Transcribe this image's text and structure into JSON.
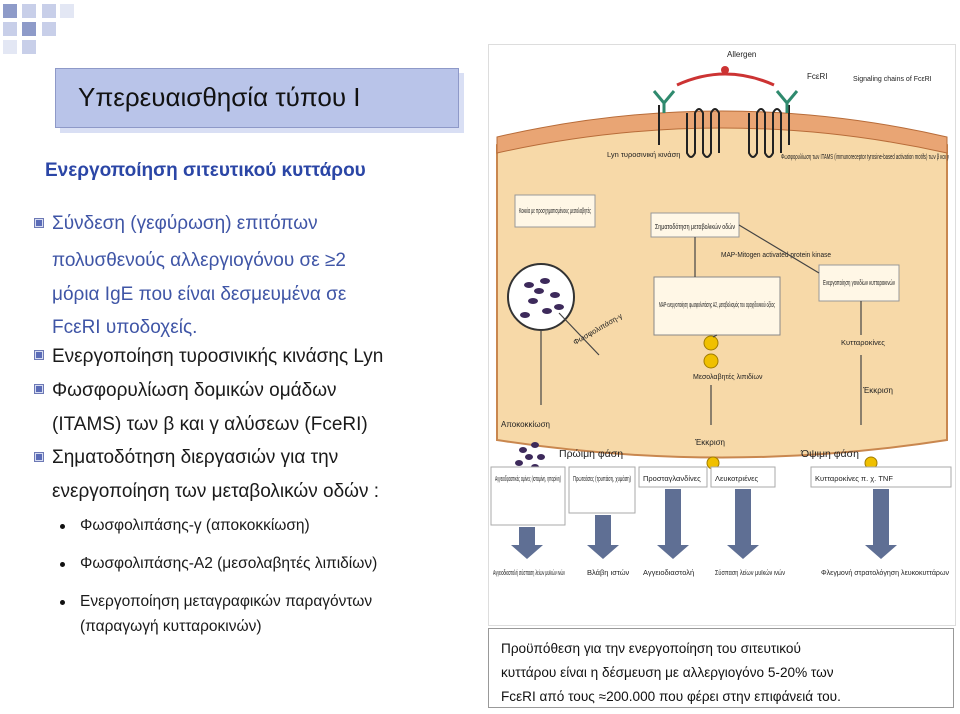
{
  "slide": {
    "title": "Υπερευαισθησία τύπου Ι",
    "subtitle": "Ενεργοποίηση σιτευτικού κυττάρου",
    "bullets": [
      {
        "lines": [
          "Σύνδεση (γεφύρωση) επιτόπων",
          "πολυσθενούς αλλεργιογόνου σε ≥2",
          "μόρια IgE που είναι δεσμευμένα σε",
          "FcεRI υποδοχείς."
        ]
      },
      {
        "lines": [
          "Ενεργοποίηση τυροσινικής κινάσης Lyn"
        ]
      },
      {
        "lines": [
          "Φωσφορυλίωση δομικών ομάδων",
          "(ITAMS) των β και γ αλύσεων (FceRI)"
        ]
      },
      {
        "lines": [
          "Σηματοδότηση διεργασιών για την",
          "ενεργοποίηση των μεταβολικών οδών :"
        ]
      }
    ],
    "subbullets": [
      "Φωσφολιπάσης-γ (αποκοκκίωση)",
      "Φωσφολιπάσης-Α2 (μεσολαβητές λιπιδίων)",
      "Ενεργοποίηση μεταγραφικών παραγόντων",
      "(παραγωγή κυτταροκινών)"
    ]
  },
  "diagram": {
    "labels": {
      "allergen": "Allergen",
      "fceri": "FcεRI",
      "signaling": "Signaling chains of FcεRI",
      "lyn": "Lyn τυροσινική κινάση",
      "itams": "Φωσφορυλίωση των ITAMS (immunoreceptor tyrosine-based activation motifs) των β και γ",
      "granules": "Κοκκία με προσχηματισμένους μεσολαβητές",
      "signal": "Σηματοδότηση μεταβολικών οδών",
      "map": "MAP-Mitogen activated protein kinase",
      "mapbox": "MAP-ενεργοποίηση φωσφολιπάσης Α2, μεταβολισμός του αραχιδονικού οξέος",
      "genes": "Ενεργοποίηση γονιδίων κυτταροκινών",
      "plc": "Φωσφολιπάση-γ",
      "lipids": "Μεσολαβητές λιπιδίων",
      "cytokines": "Κυτταροκίνες",
      "degran": "Αποκοκκίωση",
      "release1": "Έκκριση",
      "release2": "Έκκριση",
      "early": "Πρώιμη φάση",
      "late": "Όψιμη φάση",
      "col1": "Αγγειοδραστικές αμίνες (ισταμίνη, ηπαρίνη)",
      "col2": "Πρωτεάσες (τρυπάση, χυμάση)",
      "col3": "Προσταγλανδίνες",
      "col4": "Λευκοτριένες",
      "col5": "Κυτταροκίνες π. χ. TNF",
      "eff1": "Αγγειοδιαστολή σύσπαση λείων μυϊκών ινών",
      "eff2": "Βλάβη ιστών",
      "eff3": "Αγγειοδιαστολή",
      "eff4": "Σύσπαση λείων μυϊκών ινών",
      "eff5": "Φλεγμονή στρατολόγηση λευκοκυττάρων"
    }
  },
  "caption": {
    "line1": "Προϋπόθεση για την ενεργοποίηση του σιτευτικού",
    "line2": "κυττάρου είναι η δέσμευση με αλλεργιογόνο 5-20% των",
    "line3": "FcεRI από τους ≈200.000 που φέρει στην επιφάνειά του."
  },
  "colors": {
    "title_bg": "#b9c4e9",
    "subtitle": "#2b46a6",
    "cell_fill": "#f7d9a8",
    "membrane": "#e9a574",
    "corner_squares": "#8e9bc9"
  }
}
